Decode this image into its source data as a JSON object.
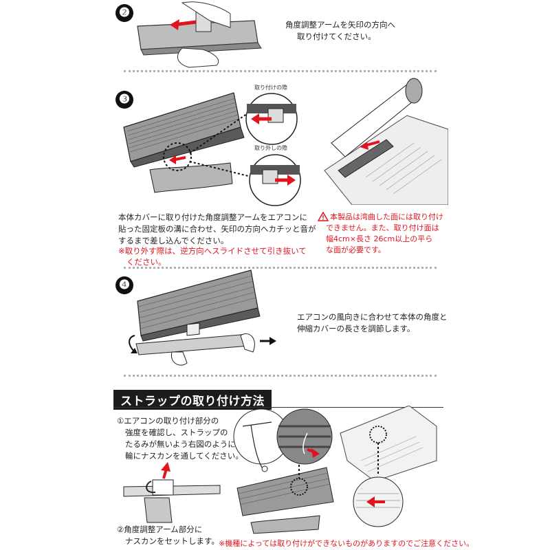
{
  "steps": {
    "step2": {
      "number": "❷",
      "lines": [
        "角度調整アームを矢印の方向へ",
        "取り付けてください。"
      ]
    },
    "step3": {
      "number": "❸",
      "label_attach": "取り付けの際",
      "label_detach": "取り外しの際",
      "lines": [
        "本体カバーに取り付けた角度調整アームをエアコンに",
        "貼った固定板の溝に合わせ、矢印の方向へカチッと音が",
        "するまで差し込んでください。"
      ],
      "note_lines": [
        "※取り外す際は、逆方向へスライドさせて引き抜いて",
        "ください。"
      ],
      "warning_icon": "warning-triangle-icon",
      "warning_lines": [
        "本製品は湾曲した面には取り付け",
        "できません。また、取り付け面は",
        "幅4cm×長さ 26cm以上の平ら",
        "な面が必要です。"
      ]
    },
    "step4": {
      "number": "❹",
      "lines": [
        "エアコンの風向きに合わせて本体の角度と",
        "伸縮カバーの長さを調節します。"
      ]
    }
  },
  "strap": {
    "title": "ストラップの取り付け方法",
    "step1_lines": [
      "①エアコンの取り付け部分の",
      "強度を確認し、ストラップの",
      "たるみが無いよう右図のように",
      "輪にナスカンを通してください。"
    ],
    "step2_lines": [
      "②角度調整アーム部分に",
      "ナスカンをセットします。"
    ],
    "footnote": "※機種によっては取り付けができないものがありますのでご注意ください。"
  },
  "colors": {
    "accent_red": "#e0141e",
    "ink": "#222222",
    "divider": "#b0b0b0"
  }
}
